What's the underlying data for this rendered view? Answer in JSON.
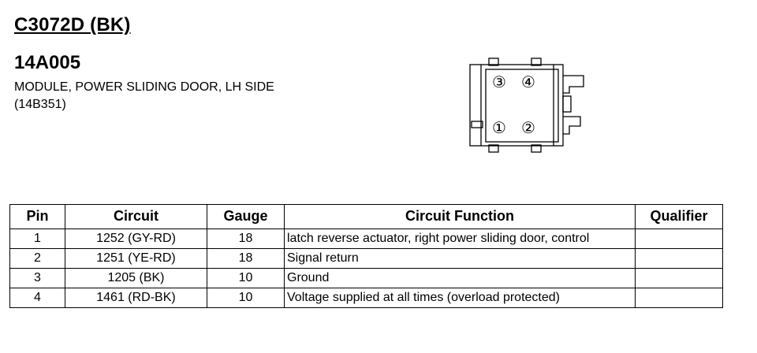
{
  "connector": {
    "id": "C3072D (BK)",
    "part_number": "14A005",
    "description": "MODULE, POWER SLIDING DOOR, LH SIDE (14B351)",
    "pin_labels": [
      "③",
      "④",
      "①",
      "②"
    ]
  },
  "table": {
    "headers": {
      "pin": "Pin",
      "circuit": "Circuit",
      "gauge": "Gauge",
      "function": "Circuit Function",
      "qualifier": "Qualifier"
    },
    "rows": [
      {
        "pin": "1",
        "circuit": "1252 (GY-RD)",
        "gauge": "18",
        "function": "latch reverse actuator, right power sliding door, control",
        "qualifier": ""
      },
      {
        "pin": "2",
        "circuit": "1251 (YE-RD)",
        "gauge": "18",
        "function": "Signal return",
        "qualifier": ""
      },
      {
        "pin": "3",
        "circuit": "1205 (BK)",
        "gauge": "10",
        "function": "Ground",
        "qualifier": ""
      },
      {
        "pin": "4",
        "circuit": "1461 (RD-BK)",
        "gauge": "10",
        "function": "Voltage supplied at all times (overload protected)",
        "qualifier": ""
      }
    ]
  }
}
